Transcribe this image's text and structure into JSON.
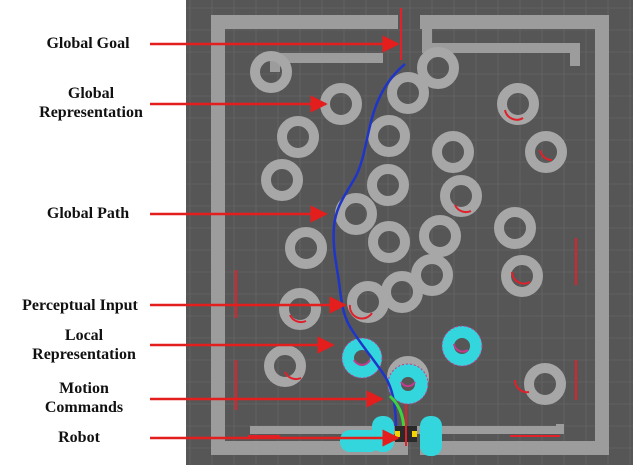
{
  "labels": {
    "global_goal": "Global Goal",
    "global_representation_1": "Global",
    "global_representation_2": "Representation",
    "global_path": "Global Path",
    "perceptual_input": "Perceptual Input",
    "local_representation_1": "Local",
    "local_representation_2": "Representation",
    "motion_commands_1": "Motion",
    "motion_commands_2": "Commands",
    "robot": "Robot"
  },
  "colors": {
    "map_background": "#565656",
    "grid_line": "#6a6a6a",
    "wall_inflation": "#9c9c9c",
    "obstacle_ring": "#a7a7a7",
    "laser_hits": "#e0202a",
    "local_costmap": "#33d6dc",
    "local_costmap_inner": "#c33a8e",
    "global_path": "#1f35c8",
    "arrow": "#e41d1d",
    "motion_command": "#3fd23f",
    "robot_body": "#2a2a2a",
    "robot_accent": "#f2d500"
  },
  "icons": [
    "robot-icon"
  ]
}
